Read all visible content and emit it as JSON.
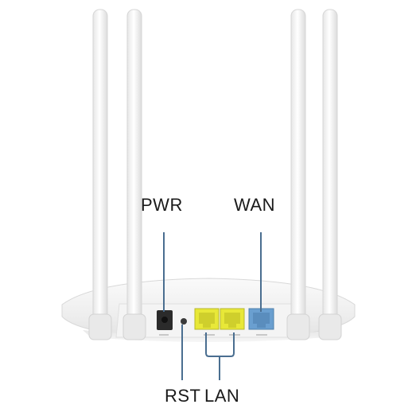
{
  "labels": {
    "pwr": "PWR",
    "wan": "WAN",
    "rst": "RST",
    "lan": "LAN"
  },
  "colors": {
    "router_body": "#f2f2f2",
    "antenna": "#f7f7f7",
    "lan_port": "#e8e838",
    "wan_port": "#6a9fd0",
    "leader_line": "#4a6e90",
    "power_jack": "#2b2b2b"
  }
}
